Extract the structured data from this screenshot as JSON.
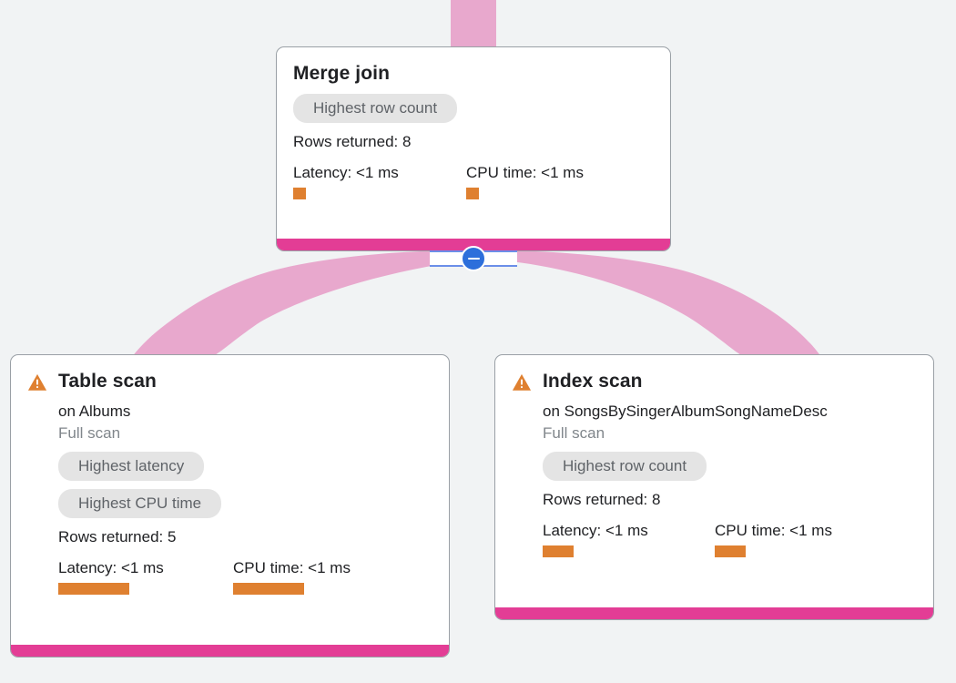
{
  "canvas": {
    "background_color": "#f1f3f4",
    "edge_color": "#e8a8cd",
    "edge_bar_color": "#e33d95",
    "accent_orange": "#df8030",
    "chip_bg_color": "#e4e4e4",
    "chip_text_color": "#5f6368",
    "card_border_color": "#9aa0a6",
    "toggle_color": "#2d6fdb"
  },
  "toggle": {
    "name": "collapse-edge-toggle",
    "icon": "minus-icon",
    "state": "expanded"
  },
  "nodes": {
    "merge_join": {
      "title": "Merge join",
      "chips": [
        "Highest row count"
      ],
      "rows_returned": "Rows returned: 8",
      "latency_label": "Latency: <1 ms",
      "cpu_label": "CPU time: <1 ms",
      "latency_bar_width": 14,
      "cpu_bar_width": 14,
      "has_warning": false
    },
    "table_scan": {
      "title": "Table scan",
      "subtitle": "on Albums",
      "scan_type": "Full scan",
      "chips": [
        "Highest latency",
        "Highest CPU time"
      ],
      "rows_returned": "Rows returned: 5",
      "latency_label": "Latency: <1 ms",
      "cpu_label": "CPU time: <1 ms",
      "latency_bar_width": 78,
      "cpu_bar_width": 78,
      "has_warning": true,
      "warning_icon": "warning-triangle-icon"
    },
    "index_scan": {
      "title": "Index scan",
      "subtitle": "on SongsBySingerAlbumSongNameDesc",
      "scan_type": "Full scan",
      "chips": [
        "Highest row count"
      ],
      "rows_returned": "Rows returned: 8",
      "latency_label": "Latency: <1 ms",
      "cpu_label": "CPU time: <1 ms",
      "latency_bar_width": 34,
      "cpu_bar_width": 34,
      "has_warning": true,
      "warning_icon": "warning-triangle-icon"
    }
  }
}
